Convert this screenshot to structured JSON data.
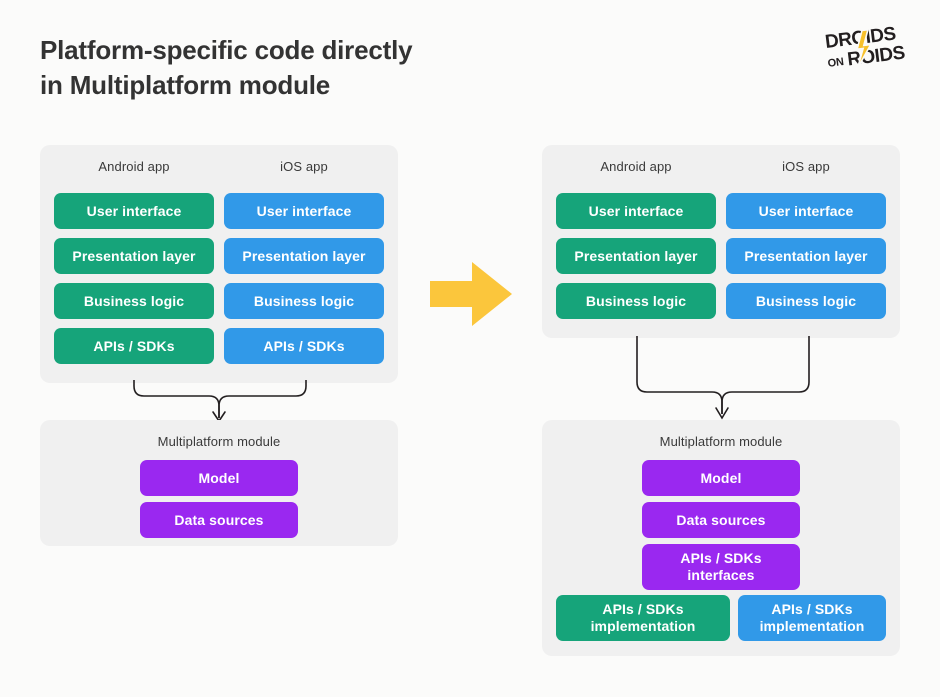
{
  "title": "Platform-specific code directly\nin Multiplatform module",
  "logo": {
    "line1": "DROIDS",
    "line2_small": "ON",
    "line2": "ROIDS",
    "bolt_color": "#f7c12c",
    "text_color": "#231f20",
    "name": "droids-on-roids-logo"
  },
  "colors": {
    "page_background": "#fbfbfa",
    "card_background": "#f0f0f0",
    "android_green": "#16a47a",
    "ios_blue": "#3199e8",
    "shared_purple": "#9a28f0",
    "arrow_yellow": "#fbc63c",
    "connector_stroke": "#231f20",
    "title_text": "#333333",
    "card_label_text": "#3a3a3a"
  },
  "left_diagram": {
    "name": "before-diagram",
    "apps_card": {
      "columns": [
        {
          "label": "Android app",
          "color_key": "android_green",
          "layers": [
            "User interface",
            "Presentation layer",
            "Business logic",
            "APIs / SDKs"
          ]
        },
        {
          "label": "iOS app",
          "color_key": "ios_blue",
          "layers": [
            "User interface",
            "Presentation layer",
            "Business logic",
            "APIs / SDKs"
          ]
        }
      ]
    },
    "module_card": {
      "label": "Multiplatform module",
      "layers": [
        {
          "text": "Model",
          "color_key": "shared_purple"
        },
        {
          "text": "Data sources",
          "color_key": "shared_purple"
        }
      ]
    }
  },
  "transition_arrow": {
    "name": "transition-arrow",
    "direction": "right",
    "color": "#fbc63c"
  },
  "right_diagram": {
    "name": "after-diagram",
    "apps_card": {
      "columns": [
        {
          "label": "Android app",
          "color_key": "android_green",
          "layers": [
            "User interface",
            "Presentation layer",
            "Business logic"
          ]
        },
        {
          "label": "iOS app",
          "color_key": "ios_blue",
          "layers": [
            "User interface",
            "Presentation layer",
            "Business logic"
          ]
        }
      ]
    },
    "module_card": {
      "label": "Multiplatform module",
      "layers": [
        {
          "text": "Model",
          "color_key": "shared_purple"
        },
        {
          "text": "Data sources",
          "color_key": "shared_purple"
        },
        {
          "text": "APIs / SDKs\ninterfaces",
          "color_key": "shared_purple"
        }
      ],
      "implementations": [
        {
          "text": "APIs / SDKs\nimplementation",
          "color_key": "android_green"
        },
        {
          "text": "APIs / SDKs\nimplementation",
          "color_key": "ios_blue"
        }
      ]
    }
  }
}
